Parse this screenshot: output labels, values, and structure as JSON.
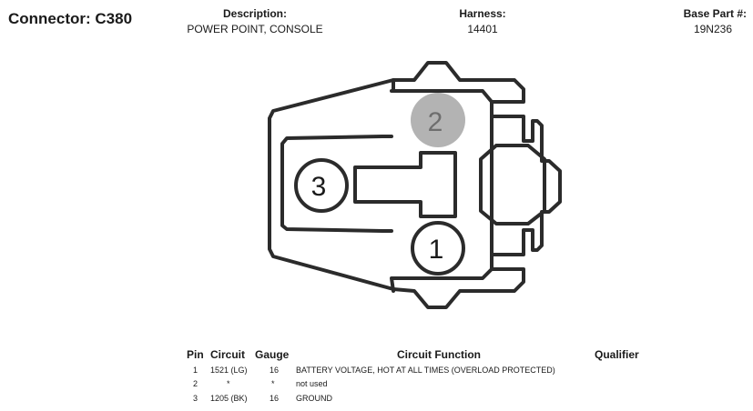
{
  "header": {
    "connector": "Connector: C380",
    "description_label": "Description:",
    "description": "POWER POINT, CONSOLE",
    "harness_label": "Harness:",
    "harness": "14401",
    "base_part_label": "Base Part #:",
    "base_part": "19N236"
  },
  "diagram": {
    "pins": [
      {
        "label": "1",
        "used": true
      },
      {
        "label": "2",
        "used": false
      },
      {
        "label": "3",
        "used": true
      }
    ],
    "colors": {
      "outline": "#2b2b2b",
      "unused_pin_fill": "#b3b3b3",
      "unused_pin_text": "#6e6e6e"
    }
  },
  "table": {
    "columns": {
      "pin": "Pin",
      "circuit": "Circuit",
      "gauge": "Gauge",
      "function": "Circuit Function",
      "qualifier": "Qualifier"
    },
    "rows": [
      {
        "pin": "1",
        "circuit": "1521 (LG)",
        "gauge": "16",
        "function": "BATTERY VOLTAGE, HOT AT ALL TIMES (OVERLOAD PROTECTED)",
        "qualifier": ""
      },
      {
        "pin": "2",
        "circuit": "*",
        "gauge": "*",
        "function": "not used",
        "qualifier": ""
      },
      {
        "pin": "3",
        "circuit": "1205 (BK)",
        "gauge": "16",
        "function": "GROUND",
        "qualifier": ""
      }
    ]
  }
}
